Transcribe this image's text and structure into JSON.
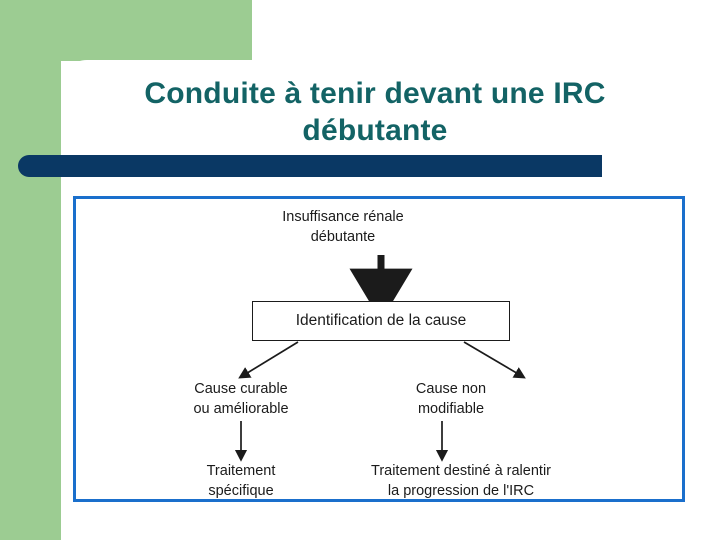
{
  "slide": {
    "title_line1": "Conduite à tenir devant une IRC",
    "title_line2": "débutante",
    "title_color": "#136365",
    "accent_navy": "#0a3864",
    "accent_green": "#9ccc92",
    "frame_blue": "#1a6fcc"
  },
  "diagram": {
    "root": "Insuffisance rénale\ndébutante",
    "decision_box": "Identification de la cause",
    "branch_left": "Cause curable\nou améliorable",
    "branch_right": "Cause non\nmodifiable",
    "outcome_left": "Traitement\nspécifique",
    "outcome_right": "Traitement destiné à ralentir\nla progression de l'IRC"
  }
}
